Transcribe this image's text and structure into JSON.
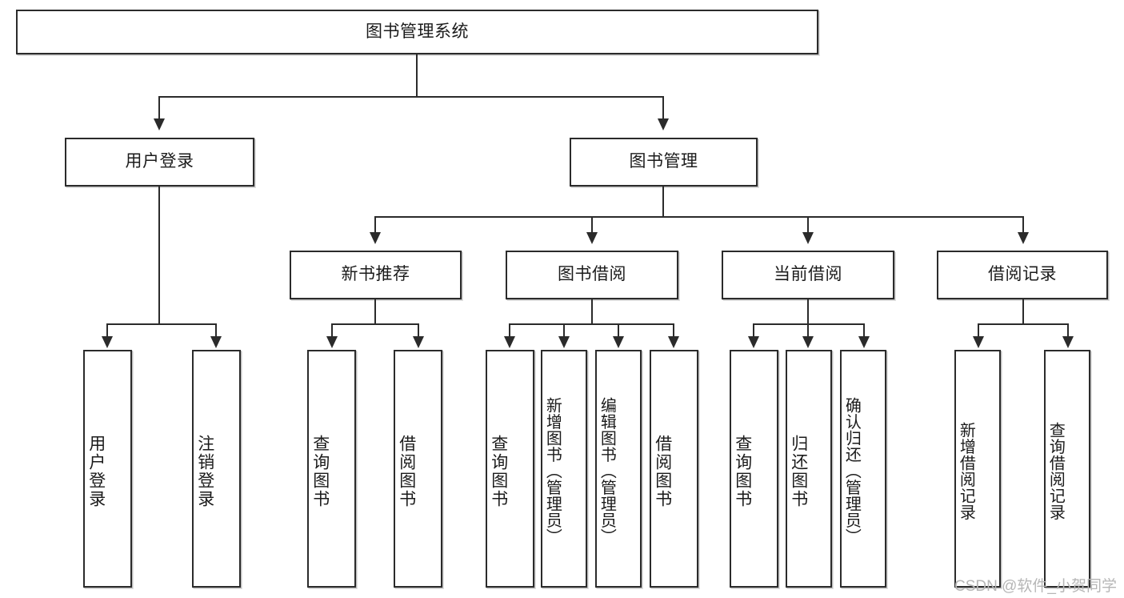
{
  "diagram": {
    "title_node": {
      "label": "图书管理系统"
    },
    "level2": [
      {
        "label": "用户登录"
      },
      {
        "label": "图书管理"
      }
    ],
    "level3": [
      {
        "label": "新书推荐"
      },
      {
        "label": "图书借阅"
      },
      {
        "label": "当前借阅"
      },
      {
        "label": "借阅记录"
      }
    ],
    "leaves": [
      {
        "label": "用户登录"
      },
      {
        "label": "注销登录"
      },
      {
        "label": "查询图书"
      },
      {
        "label": "借阅图书"
      },
      {
        "label": "查询图书"
      },
      {
        "label": "新增图书（管理员）"
      },
      {
        "label": "编辑图书（管理员）"
      },
      {
        "label": "借阅图书"
      },
      {
        "label": "查询图书"
      },
      {
        "label": "归还图书"
      },
      {
        "label": "确认归还（管理员）"
      },
      {
        "label": "新增借阅记录"
      },
      {
        "label": "查询借阅记录"
      }
    ]
  },
  "watermark": {
    "text": "CSDN @软件_小贺同学"
  },
  "colors": {
    "stroke": "#2b2b2b",
    "fill": "#ffffff",
    "watermark": "#b6b6b6"
  }
}
